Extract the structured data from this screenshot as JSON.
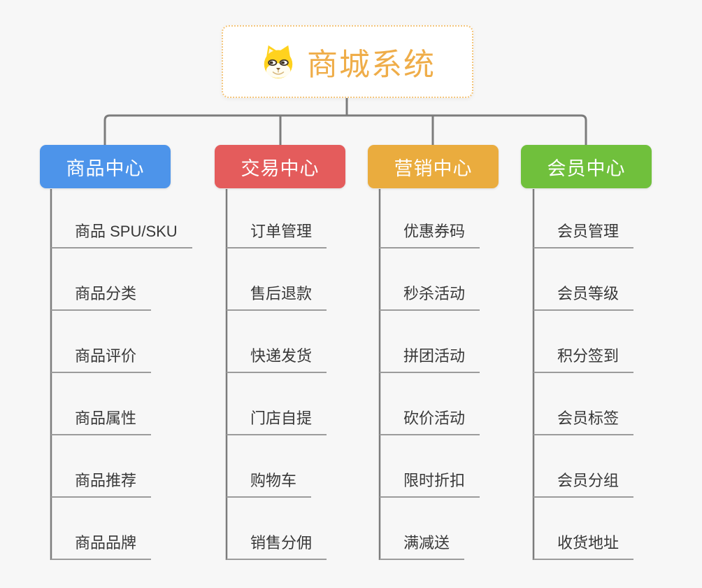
{
  "background_color": "#F7F7F7",
  "connector_color": "#7C7C7C",
  "underline_color": "#9C9C9C",
  "root": {
    "title": "商城系统",
    "icon": "shiba-dog-icon",
    "title_color": "#EFAD49",
    "border_color": "#F4C57B"
  },
  "branches": [
    {
      "label": "商品中心",
      "color": "#4D94EA",
      "items": [
        "商品 SPU/SKU",
        "商品分类",
        "商品评价",
        "商品属性",
        "商品推荐",
        "商品品牌"
      ]
    },
    {
      "label": "交易中心",
      "color": "#E45C5C",
      "items": [
        "订单管理",
        "售后退款",
        "快递发货",
        "门店自提",
        "购物车",
        "销售分佣"
      ]
    },
    {
      "label": "营销中心",
      "color": "#EAAC3E",
      "items": [
        "优惠券码",
        "秒杀活动",
        "拼团活动",
        "砍价活动",
        "限时折扣",
        "满减送"
      ]
    },
    {
      "label": "会员中心",
      "color": "#70C03C",
      "items": [
        "会员管理",
        "会员等级",
        "积分签到",
        "会员标签",
        "会员分组",
        "收货地址"
      ]
    }
  ]
}
